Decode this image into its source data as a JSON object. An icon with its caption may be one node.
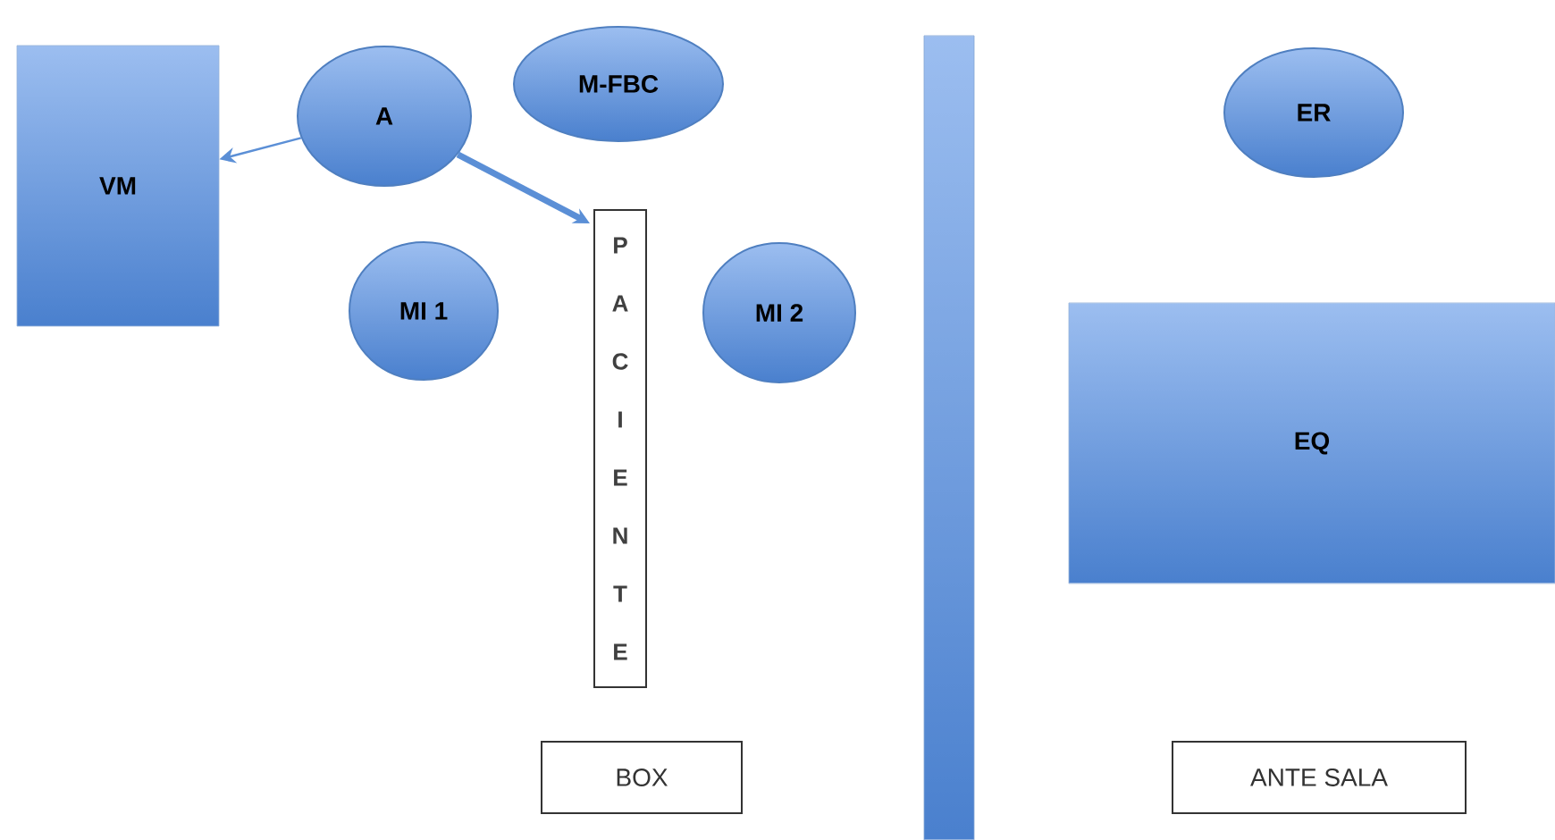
{
  "diagram": {
    "nodes": [
      {
        "text": [
          "VM"
        ]
      },
      {
        "text": [
          "A"
        ]
      },
      {
        "text": [
          "M-FBC"
        ]
      },
      {
        "text": [
          "PACIENTE"
        ]
      },
      {
        "text": [
          "MI 1"
        ]
      },
      {
        "text": [
          "MI 2"
        ]
      },
      {
        "text": [],
        "shape": "bar"
      },
      {
        "text": [
          "ER"
        ]
      },
      {
        "text": [
          "EQ"
        ]
      },
      {
        "text": [
          "BOX"
        ]
      },
      {
        "text": [
          "ANTE SALA"
        ]
      }
    ],
    "edges": [
      {
        "from": 1,
        "to": 0,
        "arrow": "to"
      },
      {
        "from": 1,
        "to": 3,
        "arrow": "to",
        "style": "thick"
      }
    ]
  }
}
